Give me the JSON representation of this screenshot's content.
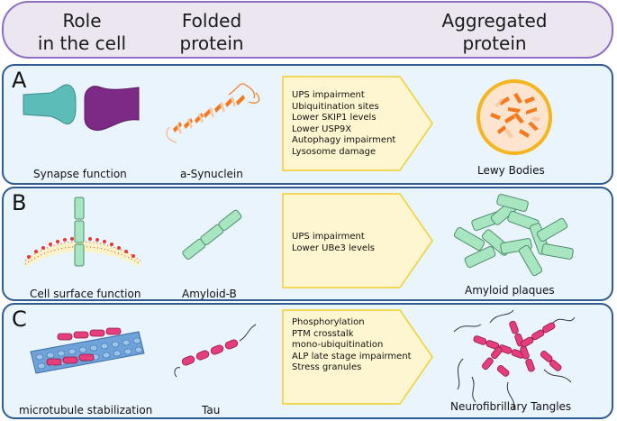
{
  "header": {
    "col1": [
      "Role",
      "in the cell"
    ],
    "col2": [
      "Folded",
      "protein"
    ],
    "col3": [
      "Aggregated",
      "protein"
    ]
  },
  "panels": [
    {
      "letter": "A",
      "role_caption": "Synapse function",
      "protein_caption": "a-Synuclein",
      "factors": [
        "UPS impairment",
        "Ubiquitination sites",
        "Lower SKIP1 levels",
        "Lower USP9X",
        "Autophagy impairment",
        "Lysosome damage"
      ],
      "aggregate_caption": "Lewy Bodies"
    },
    {
      "letter": "B",
      "role_caption": "Cell surface function",
      "protein_caption": "Amyloid-B",
      "factors": [
        "UPS impairment",
        "Lower UBe3 levels"
      ],
      "aggregate_caption": "Amyloid plaques"
    },
    {
      "letter": "C",
      "role_caption": "microtubule stabilization",
      "protein_caption": "Tau",
      "factors": [
        "Phosphorylation",
        "PTM crosstalk",
        "mono-ubiquitination",
        "ALP late stage impairment",
        "Stress granules"
      ],
      "aggregate_caption": "Neurofibrillary Tangles"
    }
  ],
  "colors": {
    "header_fill": "#ece6f0",
    "header_border": "#8e6fc4",
    "panel_fill": "#eaf4fc",
    "panel_border": "#2f5b93",
    "arrow_fill": "#fdf6d0",
    "arrow_border": "#f2cf2a",
    "synuclein": "#f47a1f",
    "amyloid": "#a8e6c2",
    "tau": "#e63d7c"
  }
}
